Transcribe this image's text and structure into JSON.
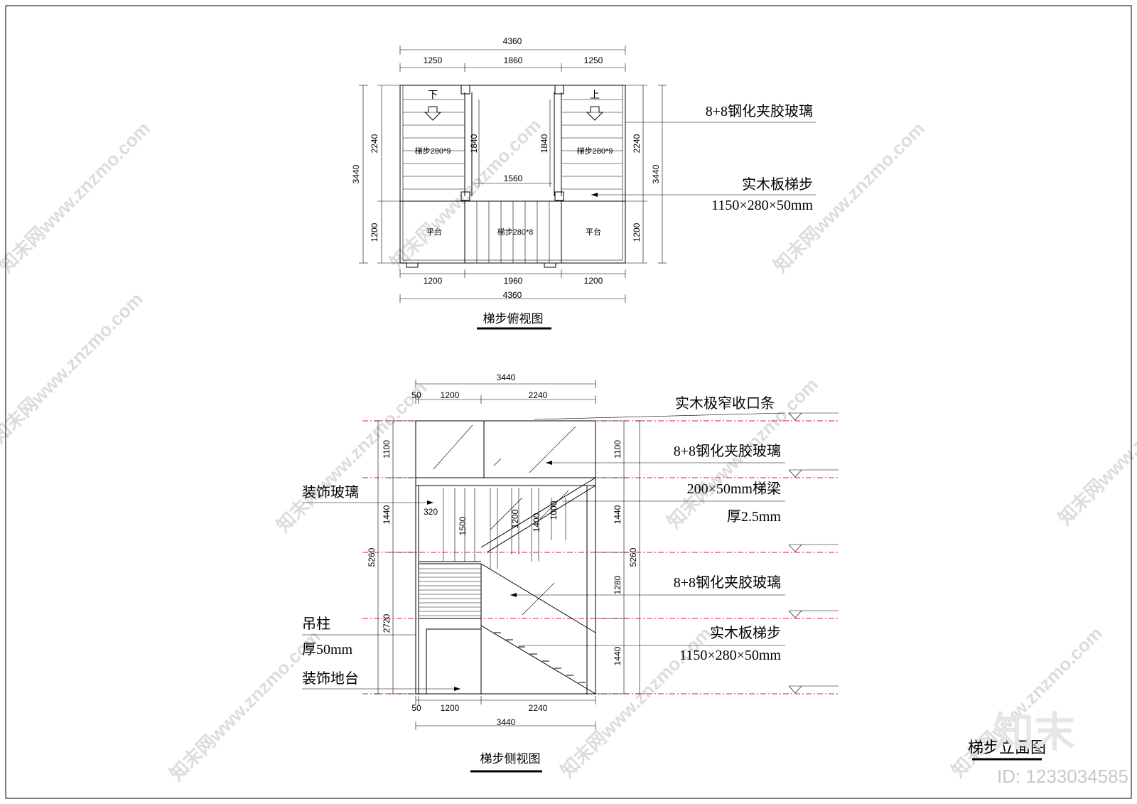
{
  "top_view": {
    "dims_top_total": "4360",
    "dims_top": [
      "1250",
      "1860",
      "1250"
    ],
    "dims_bottom": [
      "1200",
      "1960",
      "1200"
    ],
    "dims_bottom_total": "4360",
    "left_total": "3440",
    "left_parts": [
      "2240",
      "1200"
    ],
    "right_total": "3440",
    "right_parts": [
      "2240",
      "1200"
    ],
    "inner_left": "1840",
    "inner_right": "1840",
    "inner_width": "1560",
    "down_label": "下",
    "up_label": "上",
    "flight_left": "梯步280*9",
    "flight_right": "梯步280*9",
    "flight_middle": "梯步280*8",
    "landing_left": "平台",
    "landing_right": "平台",
    "callout_glass": "8+8钢化夹胶玻璃",
    "callout_tread": "实木板梯步",
    "callout_tread_size": "1150×280×50mm",
    "title": "梯步俯视图"
  },
  "side_view": {
    "dims_top_total": "3440",
    "dims_top": [
      "50",
      "1200",
      "2240"
    ],
    "dims_bottom": [
      "50",
      "1200",
      "2240"
    ],
    "dims_bottom_total": "3440",
    "left_total": "5260",
    "left_parts": [
      "1100",
      "1440",
      "2720"
    ],
    "right_total": "5260",
    "right_parts": [
      "1100",
      "1440",
      "1280",
      "1440"
    ],
    "inner_dims": [
      "320",
      "1500",
      "1200",
      "1400",
      "1000"
    ],
    "callouts_right": [
      "实木极窄收口条",
      "8+8钢化夹胶玻璃",
      "200×50mm梯梁",
      "厚2.5mm",
      "8+8钢化夹胶玻璃",
      "实木板梯步",
      "1150×280×50mm"
    ],
    "callouts_left": [
      "装饰玻璃",
      "吊柱",
      "厚50mm",
      "装饰地台"
    ],
    "title": "梯步侧视图"
  },
  "sheet_title": "梯步立面图",
  "logo_text": "知末",
  "id_label": "ID: 1233034585",
  "watermark": "知末网www.znzmo.com"
}
